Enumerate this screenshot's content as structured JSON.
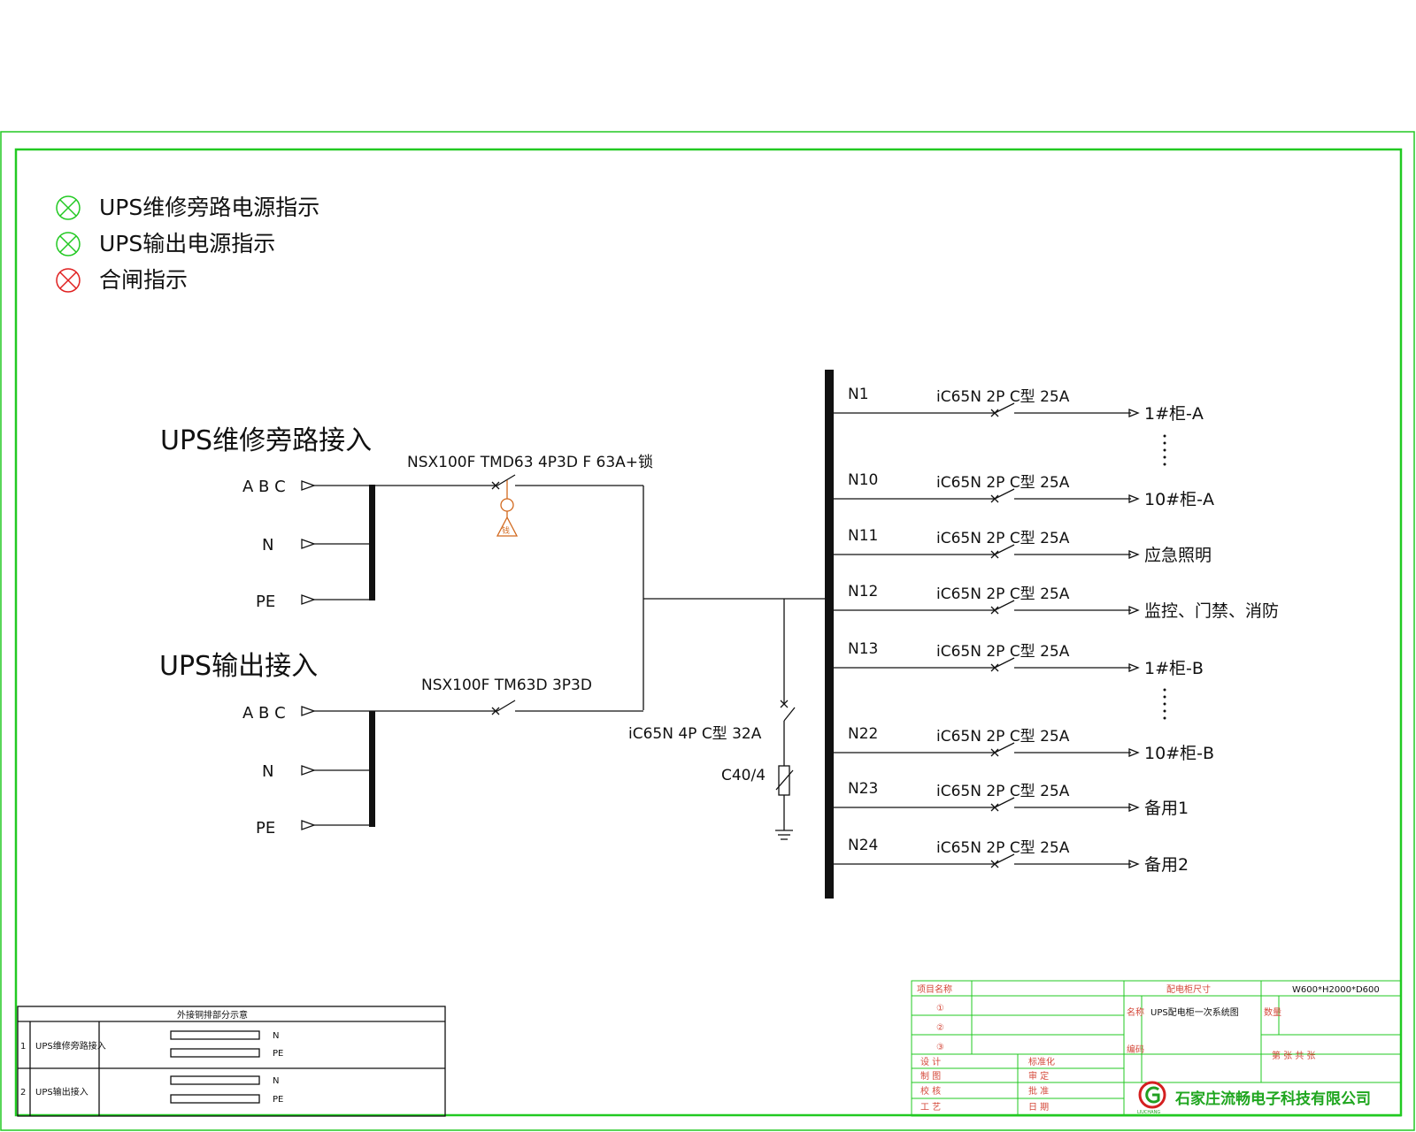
{
  "legend": [
    {
      "label": "UPS维修旁路电源指示",
      "color": "#22c922"
    },
    {
      "label": "UPS输出电源指示",
      "color": "#22c922"
    },
    {
      "label": "合闸指示",
      "color": "#e02020"
    }
  ],
  "bypass_input": {
    "title": "UPS维修旁路接入",
    "abc": "A B C",
    "n": "N",
    "pe": "PE",
    "breaker": "NSX100F TMD63 4P3D F 63A+锁",
    "lock_icon": "lock-icon"
  },
  "ups_output": {
    "title": "UPS输出接入",
    "abc": "A B C",
    "n": "N",
    "pe": "PE",
    "breaker": "NSX100F TM63D 3P3D"
  },
  "spd": {
    "breaker": "iC65N 4P C型 32A",
    "arrester": "C40/4"
  },
  "circuits": [
    {
      "id": "N1",
      "breaker": "iC65N 2P C型 25A",
      "load": "1#柜-A"
    },
    {
      "id": "N10",
      "breaker": "iC65N 2P C型 25A",
      "load": "10#柜-A"
    },
    {
      "id": "N11",
      "breaker": "iC65N 2P C型 25A",
      "load": "应急照明"
    },
    {
      "id": "N12",
      "breaker": "iC65N 2P C型 25A",
      "load": "监控、门禁、消防"
    },
    {
      "id": "N13",
      "breaker": "iC65N 2P C型 25A",
      "load": "1#柜-B"
    },
    {
      "id": "N22",
      "breaker": "iC65N 2P C型 25A",
      "load": "10#柜-B"
    },
    {
      "id": "N23",
      "breaker": "iC65N 2P C型 25A",
      "load": "备用1"
    },
    {
      "id": "N24",
      "breaker": "iC65N 2P C型 25A",
      "load": "备用2"
    }
  ],
  "copper_table": {
    "title": "外接铜排部分示意",
    "rows": [
      {
        "no": "1",
        "name": "UPS维修旁路接入",
        "bars": [
          "N",
          "PE"
        ]
      },
      {
        "no": "2",
        "name": "UPS输出接入",
        "bars": [
          "N",
          "PE"
        ]
      }
    ]
  },
  "title_block": {
    "project_name_label": "项目名称",
    "cabinet_size_label": "配电柜尺寸",
    "cabinet_size": "W600*H2000*D600",
    "rows": [
      "①",
      "②",
      "③"
    ],
    "name_label": "名称",
    "drawing_name": "UPS配电柜一次系统图",
    "qty_label": "数量",
    "code_label": "编码",
    "sheet": "第    张 共    张",
    "roles_left": [
      "设  计",
      "制  图",
      "校  核",
      "工  艺"
    ],
    "roles_right": [
      "标准化",
      "审  定",
      "批  准",
      "日  期"
    ],
    "company": "石家庄流畅电子科技有限公司",
    "logo_text": "LIUCHANG"
  }
}
